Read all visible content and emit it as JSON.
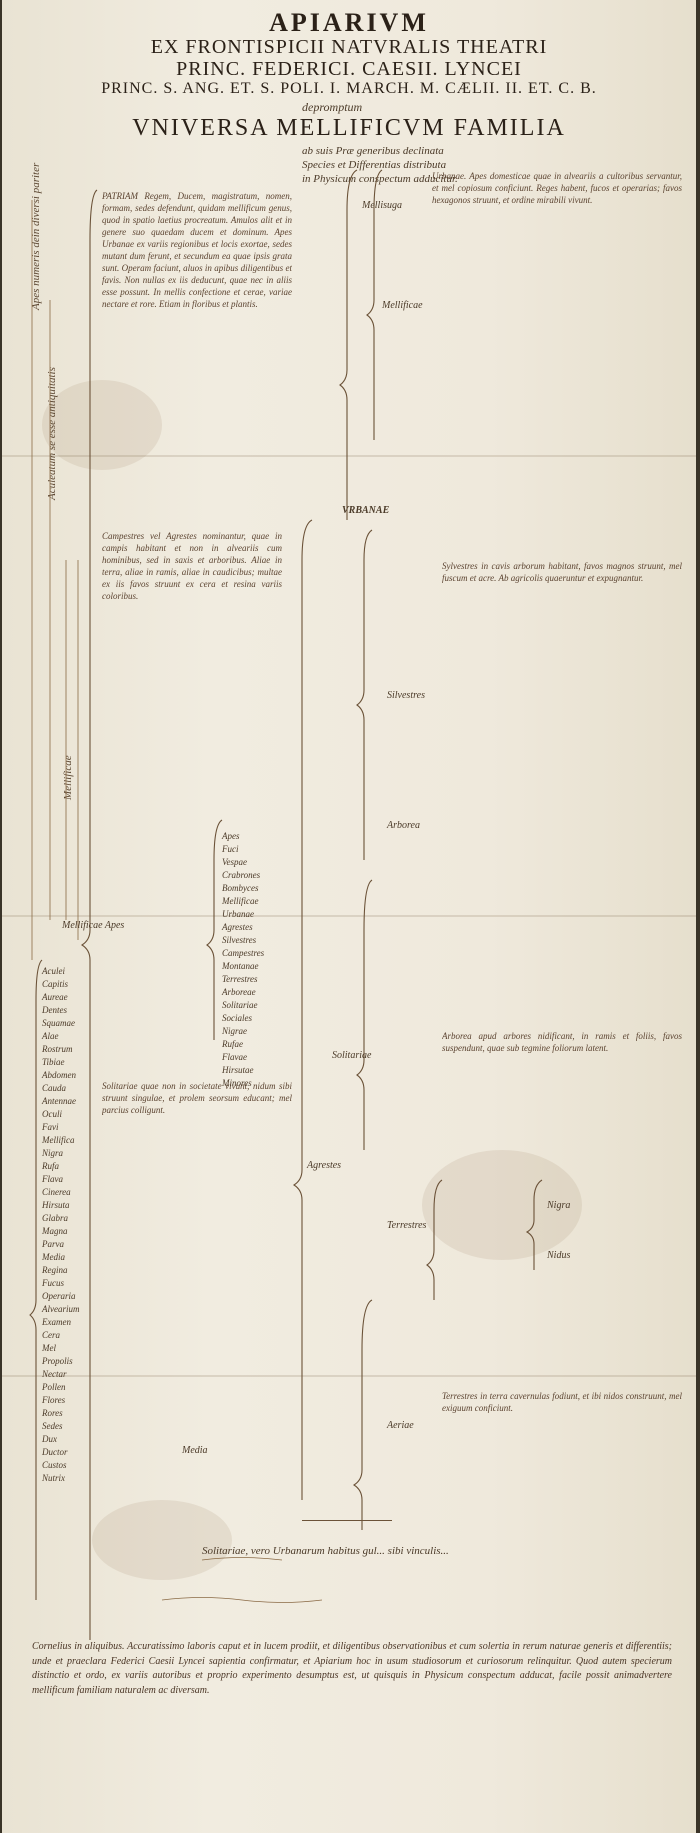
{
  "heading": {
    "line1": "APIARIVM",
    "line2": "EX FRONTISPICII NATVRALIS THEATRI",
    "line3": "PRINC. FEDERICI. CAESII. LYNCEI",
    "line4": "PRINC. S. ANG. ET. S. POLI. I. MARCH. M. CÆLII. II. ET. C. B.",
    "line5": "depromptum",
    "line6": "VNIVERSA MELLIFICVM FAMILIA"
  },
  "subheading": {
    "l1": "ab suis Præ generibus declinata",
    "l2": "Species et Differentias distributa",
    "l3": "in Physicum conspectum adducitur."
  },
  "left_vertical": {
    "v1": "Apes numeris dein diversi pariter",
    "v2": "Aculeatum se esse antiquitatis",
    "v3": "Mellificae"
  },
  "branch_labels": {
    "mellificae_apes": "Mellificae Apes",
    "mellisuga": "Mellisuga",
    "mellificae": "Mellificae",
    "urbanae": "VRBANAE",
    "agrestes": "Agrestes",
    "solitariae": "Solitariae",
    "arborea": "Arborea",
    "silvestres": "Silvestres",
    "tenebrionae": "Terrestres",
    "aeriae": "Aeriae",
    "media": "Media",
    "solitaria": "Solitariae",
    "nigra": "Nigra",
    "nidus": "Nidus"
  },
  "paragraphs": {
    "p1": "PATRIAM Regem, Ducem, magistratum, nomen, formam, sedes defendunt, quidam mellificum genus, quod in spatio laetius procreatum. Amulos alit et in genere suo quaedam ducem et dominum. Apes Urbanae ex variis regionibus et locis exortae, sedes mutant dum ferunt, et secundum ea quae ipsis grata sunt. Operam faciunt, aluos in apibus diligentibus et favis. Non nullas ex iis deducunt, quae nec in aliis esse possunt. In mellis confectione et cerae, variae nectare et rore. Etiam in floribus et plantis.",
    "p2": "Campestres vel Agrestes nominantur, quae in campis habitant et non in alveariis cum hominibus, sed in saxis et arboribus. Aliae in terra, aliae in ramis, aliae in caudicibus; multae ex iis favos struunt ex cera et resina variis coloribus.",
    "p3": "Solitariae quae non in societate vivunt, nidum sibi struunt singulae, et prolem seorsum educant; mel parcius colligunt.",
    "p4": "Urbanae. Apes domesticae quae in alveariis a cultoribus servantur, et mel copiosum conficiunt. Reges habent, fucos et operarias; favos hexagonos struunt, et ordine mirabili vivunt.",
    "p5": "Sylvestres in cavis arborum habitant, favos magnos struunt, mel fuscum et acre. Ab agricolis quaeruntur et expugnantur.",
    "p6": "Arborea apud arbores nidificant, in ramis et foliis, favos suspendunt, quae sub tegmine foliorum latent.",
    "p7": "Terrestres in terra cavernulas fodiunt, et ibi nidos construunt, mel exiguum conficiunt.",
    "p8": "Cornelius in aliquibus. Accuratissimo laboris caput et in lucem prodiit, et diligentibus observationibus et cum solertia in rerum naturae generis et differentiis; unde et praeclara Federici Caesii Lyncei sapientia confirmatur, et Apiarium hoc in usum studiosorum et curiosorum relinquitur. Quod autem specierum distinctio et ordo, ex variis autoribus et proprio experimento desumptus est, ut quisquis in Physicum conspectum adducat, facile possit animadvertere mellificum familiam naturalem ac diversam."
  },
  "left_list": [
    "Aculei",
    "Capitis",
    "Aureae",
    "Dentes",
    "Squamae",
    "Alae",
    "Rostrum",
    "Tibiae",
    "Abdomen",
    "Cauda",
    "Antennae",
    "Oculi",
    "Favi",
    "Mellifica",
    "Nigra",
    "Rufa",
    "Flava",
    "Cinerea",
    "Hirsuta",
    "Glabra",
    "Magna",
    "Parva",
    "Media",
    "Regina",
    "Fucus",
    "Operaria",
    "Alvearium",
    "Examen",
    "Cera",
    "Mel",
    "Propolis",
    "Nectar",
    "Pollen",
    "Flores",
    "Rores",
    "Sedes",
    "Dux",
    "Ductor",
    "Custos",
    "Nutrix"
  ],
  "left_list2": [
    "Apes",
    "Fuci",
    "Vespae",
    "Crabrones",
    "Bombyces",
    "Mellificae",
    "Urbanae",
    "Agrestes",
    "Silvestres",
    "Campestres",
    "Montanae",
    "Terrestres",
    "Arboreae",
    "Solitariae",
    "Sociales",
    "Nigrae",
    "Rufae",
    "Flavae",
    "Hirsutae",
    "Minores"
  ],
  "bottom_caption": "Solitariae, vero Urbanarum habitus gul... sibi vinculis..."
}
